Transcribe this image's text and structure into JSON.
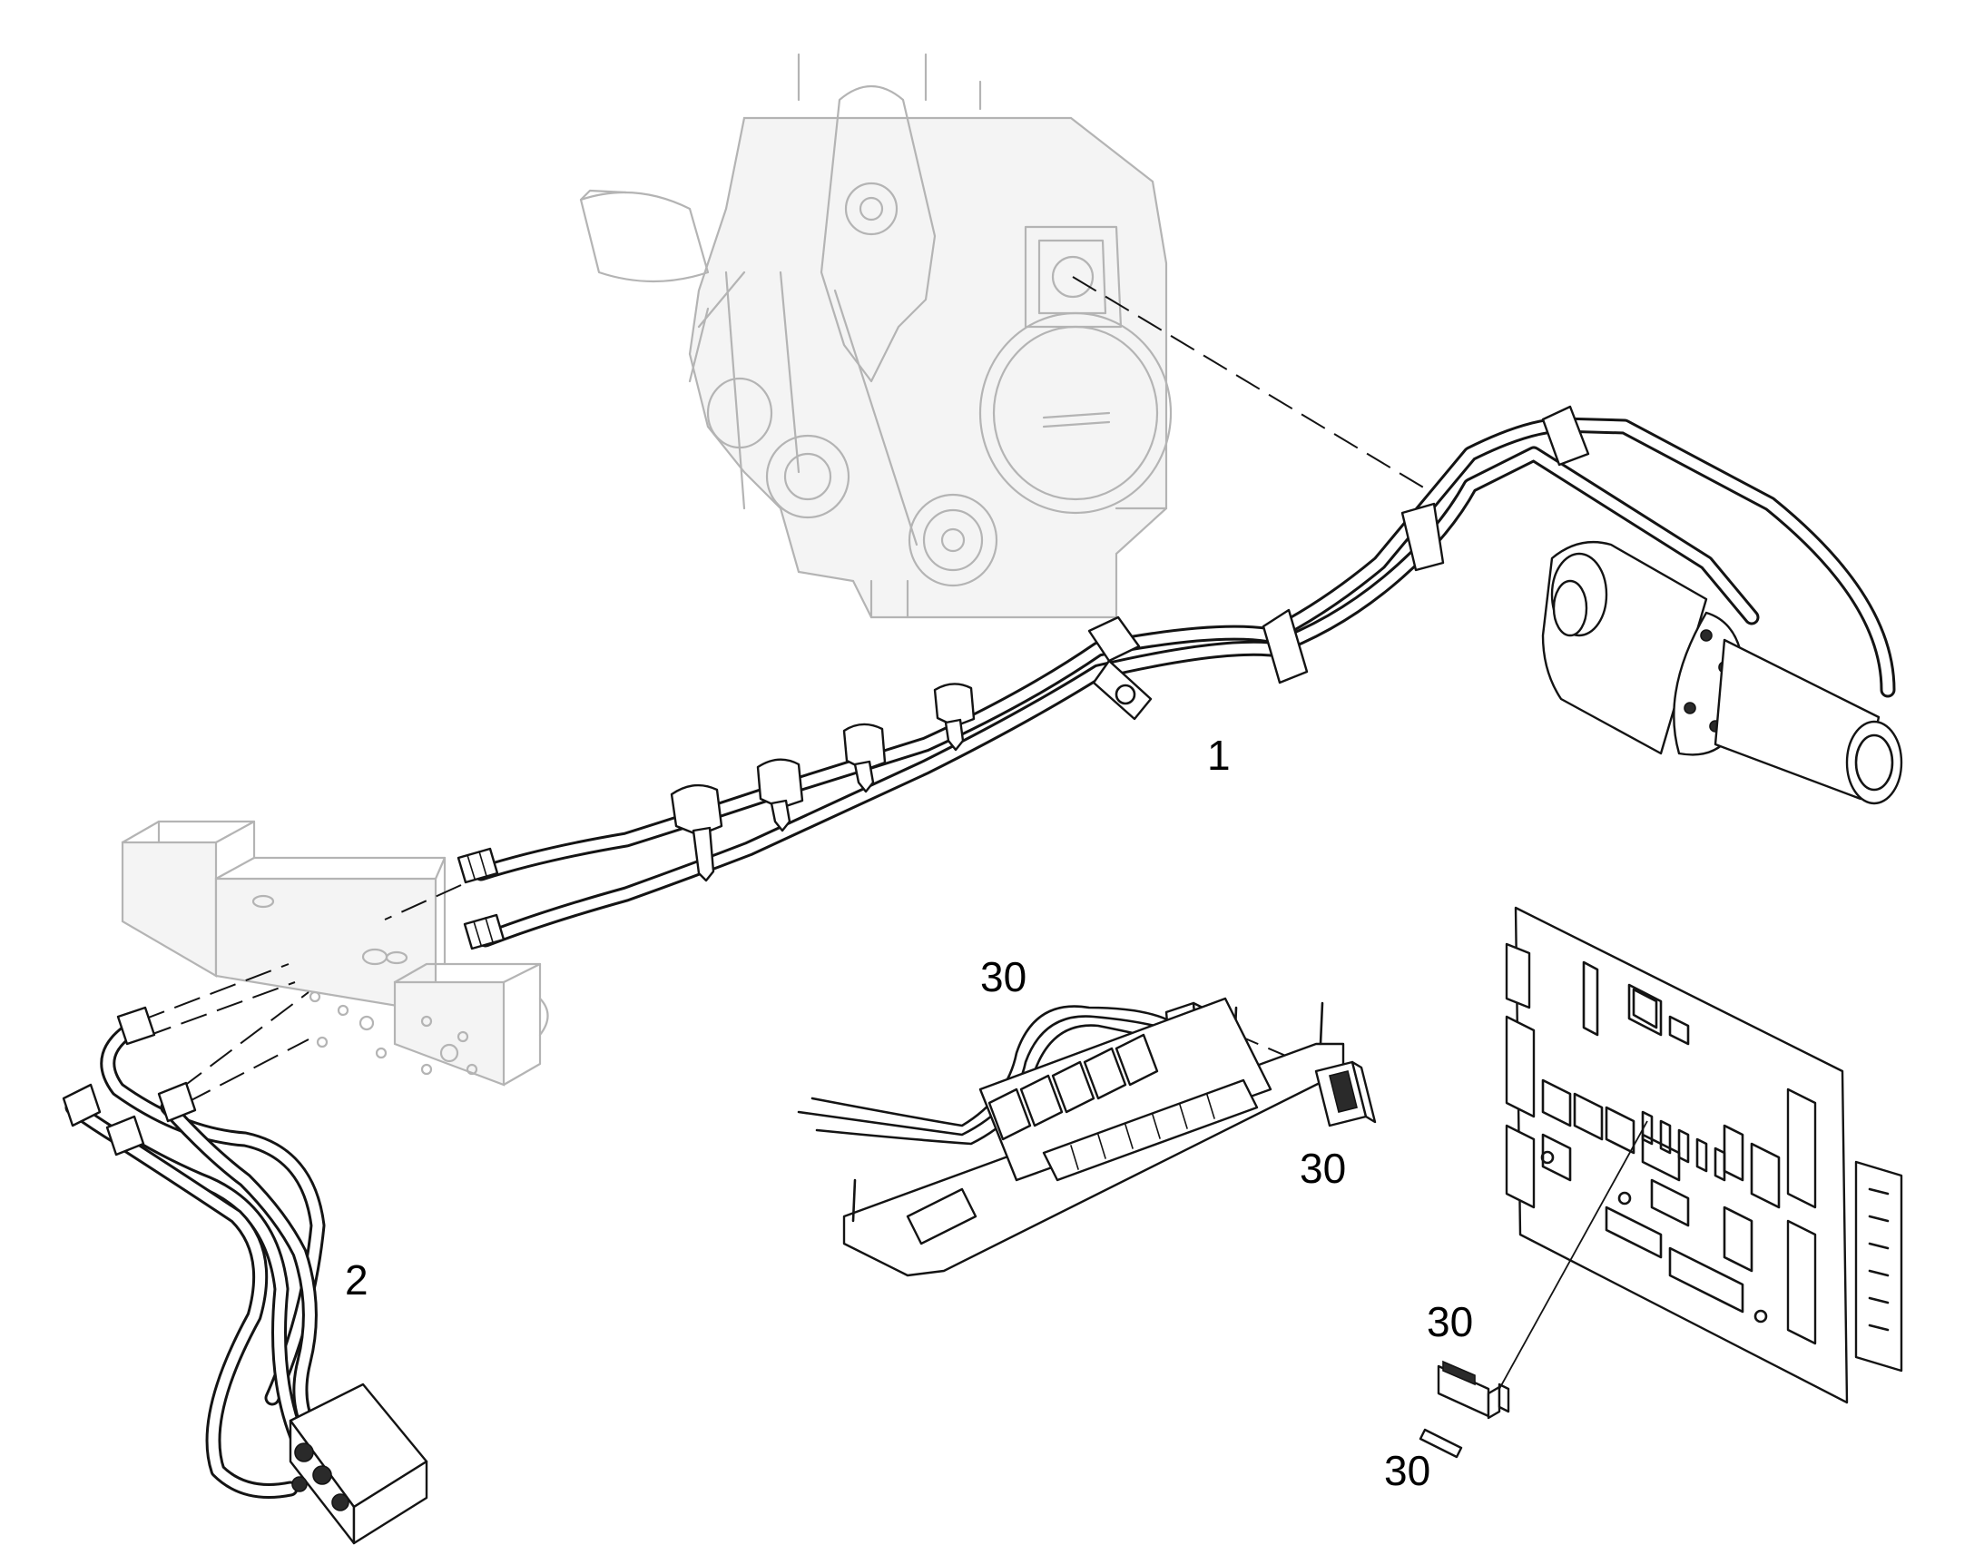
{
  "callouts": {
    "c1": "1",
    "c2": "2",
    "c30_harness": "30",
    "c30_switch": "30",
    "c30_fuse": "30",
    "c30_label": "30"
  },
  "colors": {
    "line": "#141414",
    "ghost": "#b4b4b4",
    "background": "#ffffff"
  }
}
